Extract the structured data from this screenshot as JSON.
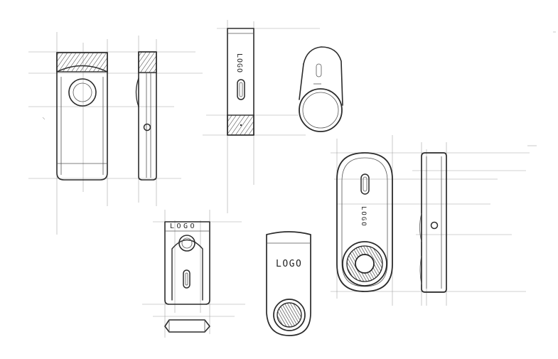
{
  "image": {
    "type": "pencil product sketch",
    "subject": "small handheld device (USB-drive style) shown from multiple views",
    "background_color": "#ffffff",
    "ink_color": "#2b2b2b"
  },
  "logos": {
    "top_side_view": "LOGO",
    "bottom_front_view": "LOGO",
    "keyring_view": "LOGO",
    "right_front_view": "LOGO"
  }
}
